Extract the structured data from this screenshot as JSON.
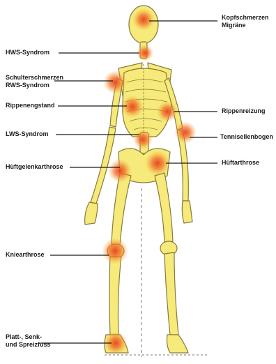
{
  "labels": {
    "kopf_line1": "Kopfschmerzen",
    "kopf_line2": "Migräne",
    "hws": "HWS-Syndrom",
    "schulter_line1": "Schulterschmerzen",
    "schulter_line2": "RWS-Syndrom",
    "rippenengstand": "Rippenengstand",
    "rippenreizung": "Rippenreizung",
    "lws": "LWS-Syndrom",
    "tennis": "Tennisellenbogen",
    "hueftgelenk": "Hüftgelenkarthrose",
    "hueftarthrose": "Hüftarthrose",
    "knie": "Kniearthrose",
    "fuss_line1": "Platt-, Senk-",
    "fuss_line2": "und Spreizfuss"
  },
  "colors": {
    "bone": "#f5ea7a",
    "bone_outline": "#8a7a3a",
    "pain_center": "#e8401c",
    "pain_mid": "#f39a3a",
    "leader_line": "#1a1a1a"
  }
}
